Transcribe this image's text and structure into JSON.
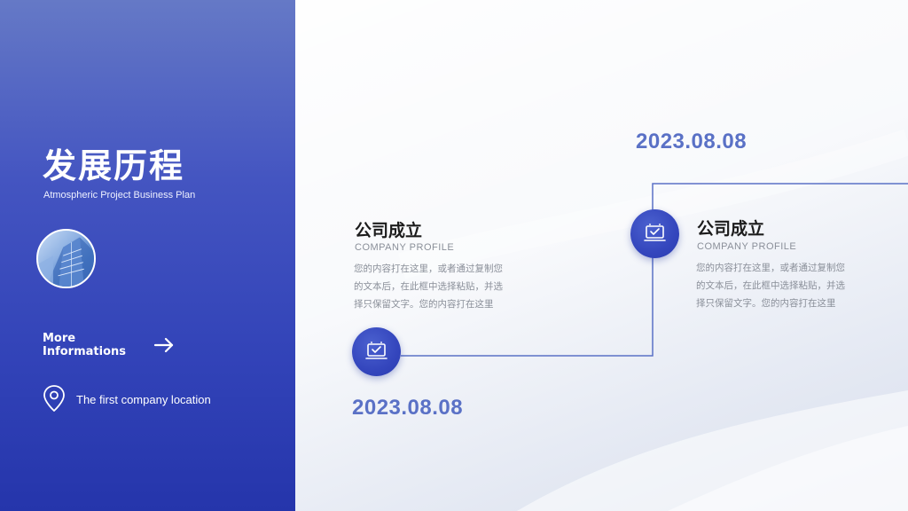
{
  "left_panel": {
    "title": "发展历程",
    "subtitle": "Atmospheric Project Business Plan",
    "more_info": "More Informations",
    "location": "The first company location"
  },
  "timeline": {
    "items": [
      {
        "date": "2023.08.08",
        "title": "公司成立",
        "subtitle": "COMPANY  PROFILE",
        "description": "您的内容打在这里，或者通过复制您的文本后，在此框中选择粘贴，并选择只保留文字。您的内容打在这里",
        "icon": "laptop-check-icon"
      },
      {
        "date": "2023.08.08",
        "title": "公司成立",
        "subtitle": "COMPANY  PROFILE",
        "description": "您的内容打在这里，或者通过复制您的文本后，在此框中选择粘贴，并选择只保留文字。您的内容打在这里",
        "icon": "laptop-check-icon"
      }
    ]
  },
  "colors": {
    "accent": "#3446bd",
    "date": "#5a71c6",
    "line": "#5a71c6"
  }
}
